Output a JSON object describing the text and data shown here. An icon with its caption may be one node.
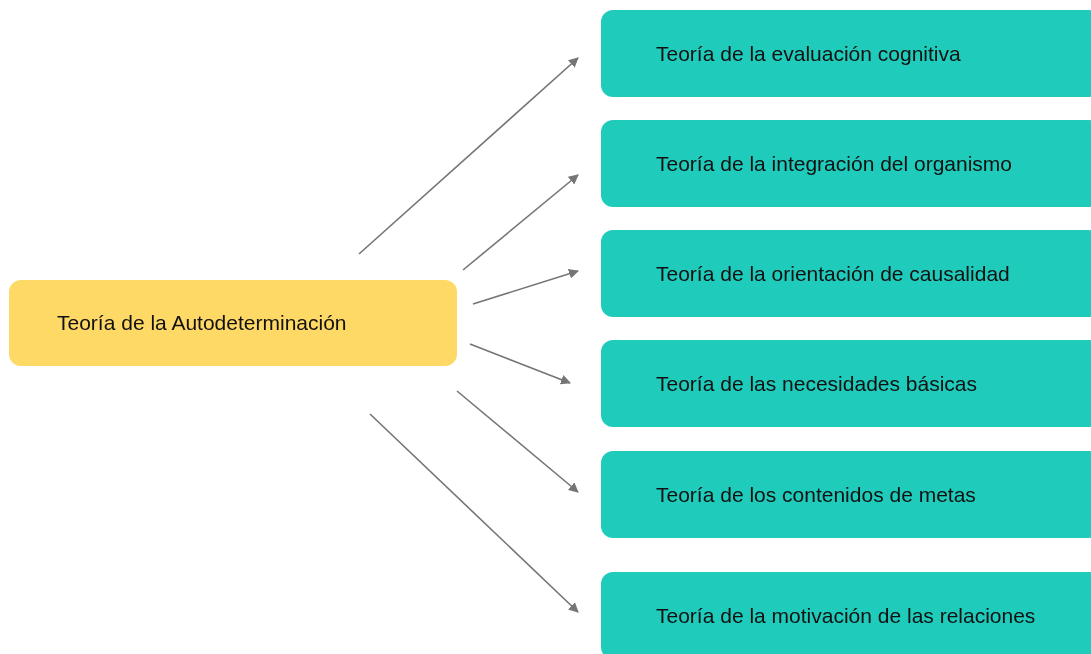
{
  "diagram": {
    "nodes": [
      {
        "text": [
          "Teoría de la Autodeterminación"
        ]
      },
      {
        "text": [
          "Teoría de la evaluación cognitiva"
        ]
      },
      {
        "text": [
          "Teoría de la integración del organismo"
        ]
      },
      {
        "text": [
          "Teoría de la orientación de causalidad"
        ]
      },
      {
        "text": [
          "Teoría de las necesidades básicas"
        ]
      },
      {
        "text": [
          "Teoría de los contenidos de metas"
        ]
      },
      {
        "text": [
          "Teoría de la motivación de las relaciones"
        ]
      }
    ],
    "edges": [
      {
        "from": 0,
        "to": 1,
        "arrow": "to"
      },
      {
        "from": 0,
        "to": 2,
        "arrow": "to"
      },
      {
        "from": 0,
        "to": 3,
        "arrow": "to"
      },
      {
        "from": 0,
        "to": 4,
        "arrow": "to"
      },
      {
        "from": 0,
        "to": 5,
        "arrow": "to"
      },
      {
        "from": 0,
        "to": 6,
        "arrow": "to"
      }
    ]
  }
}
